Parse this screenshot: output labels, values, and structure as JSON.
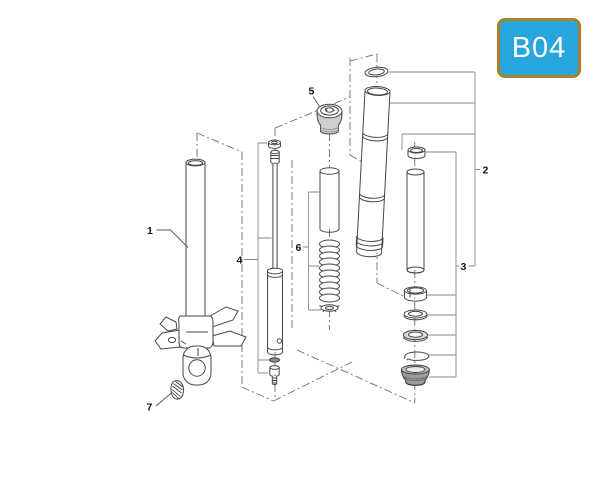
{
  "badge": {
    "label": "B04",
    "background_color": "#29A7DC",
    "border_color": "#A9812C",
    "text_color": "#FFFFFF"
  },
  "callouts": [
    {
      "number": "1"
    },
    {
      "number": "2"
    },
    {
      "number": "3"
    },
    {
      "number": "4"
    },
    {
      "number": "5"
    },
    {
      "number": "6"
    },
    {
      "number": "7"
    }
  ],
  "diagram": {
    "stroke_color": "#474747",
    "construction_line_color": "#6F6F6F",
    "bracket_line_color": "#8A8A8A",
    "background_color": "#FFFFFF"
  }
}
